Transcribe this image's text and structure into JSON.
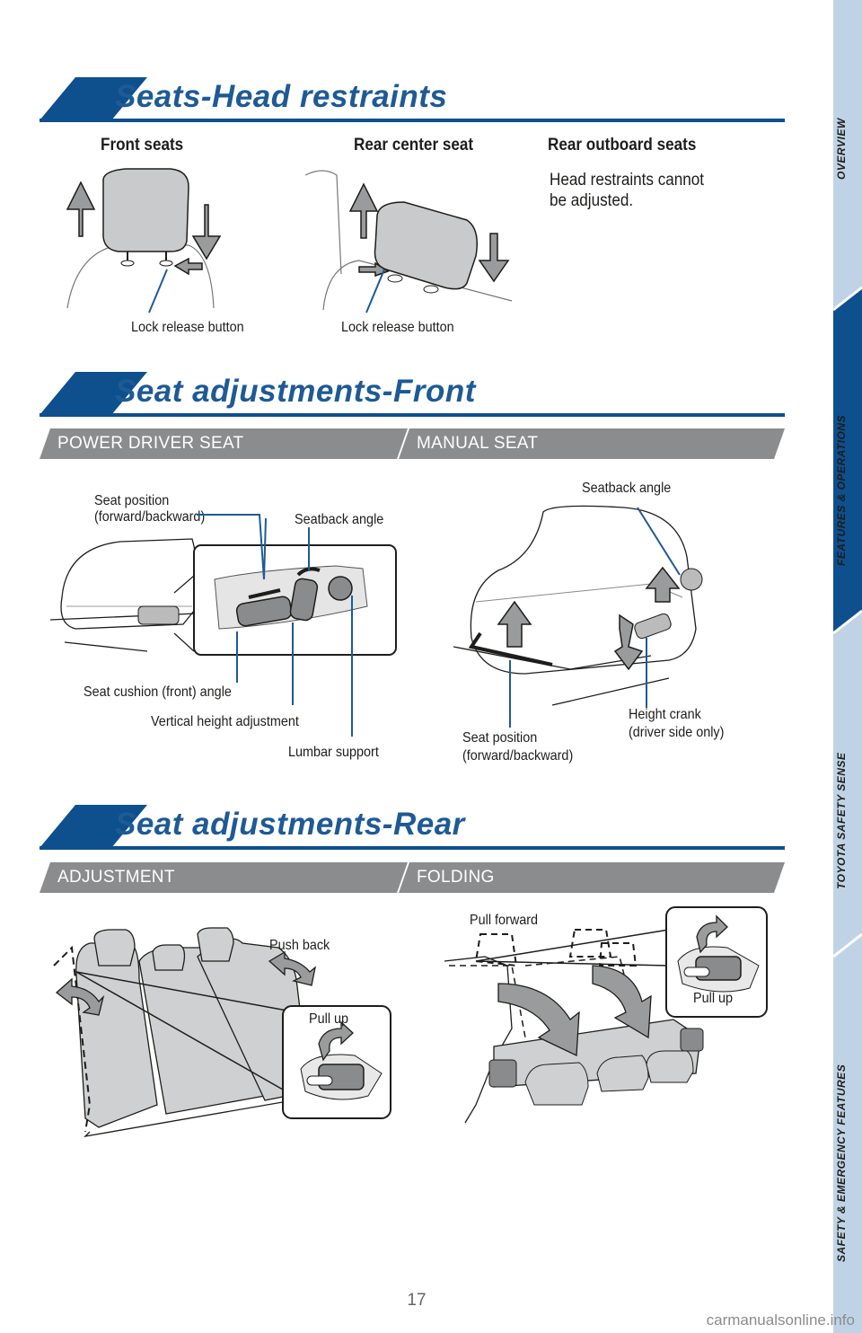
{
  "sections": {
    "head_restraints": {
      "title": "Seats-Head restraints"
    },
    "front": {
      "title": "Seat adjustments-Front",
      "left_bar": "POWER DRIVER SEAT",
      "right_bar": "MANUAL SEAT"
    },
    "rear": {
      "title": "Seat adjustments-Rear",
      "left_bar": "ADJUSTMENT",
      "right_bar": "FOLDING"
    }
  },
  "head_restraints": {
    "front_seats": "Front seats",
    "rear_center_seat": "Rear center seat",
    "rear_outboard_seats": "Rear outboard seats",
    "rear_outboard_note_line1": "Head restraints cannot",
    "rear_outboard_note_line2": "be adjusted.",
    "lock_release_front": "Lock release button",
    "lock_release_rear": "Lock release button"
  },
  "power_seat": {
    "seat_position_line1": "Seat position",
    "seat_position_line2": "(forward/backward)",
    "seatback_angle": "Seatback angle",
    "seat_cushion_angle": "Seat cushion (front) angle",
    "vertical_height": "Vertical height adjustment",
    "lumbar_support": "Lumbar support"
  },
  "manual_seat": {
    "seatback_angle": "Seatback angle",
    "seat_position_line1": "Seat position",
    "seat_position_line2": "(forward/backward)",
    "height_crank_line1": "Height crank",
    "height_crank_line2": "(driver side only)"
  },
  "rear_adjust": {
    "push_back": "Push back",
    "pull_up": "Pull up"
  },
  "rear_fold": {
    "pull_forward": "Pull forward",
    "pull_up": "Pull up"
  },
  "nav": {
    "overview": "OVERVIEW",
    "features": "FEATURES & OPERATIONS",
    "tss": "TOYOTA SAFETY SENSE",
    "safety": "SAFETY & EMERGENCY FEATURES"
  },
  "page_number": "17",
  "watermark": "carmanualsonline.info",
  "colors": {
    "brand_blue": "#0e4f8e",
    "nav_light": "#c0d3e6",
    "nav_active": "#0e4f8e",
    "bar_gray": "#8a8c8e"
  }
}
